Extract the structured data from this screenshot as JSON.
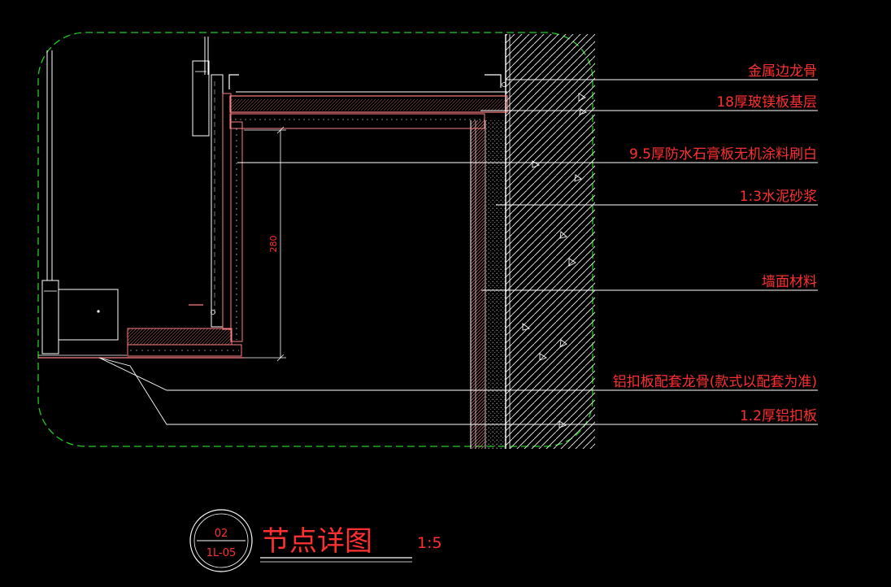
{
  "title": "节点详图",
  "scale": "1:5",
  "detail_bubble": {
    "top": "02",
    "bottom": "1L-05"
  },
  "dimension": "280",
  "labels": [
    "金属边龙骨",
    "18厚玻镁板基层",
    "9.5厚防水石膏板无机涂料刷白",
    "1:3水泥砂浆",
    "墙面材料",
    "铝扣板配套龙骨(款式以配套为准)",
    "1.2厚铝扣板"
  ],
  "colors": {
    "background": "#000000",
    "annotation": "#ff3030",
    "boundary": "#22cc22",
    "linework": "#ffffff",
    "panel": "#ff8080"
  }
}
